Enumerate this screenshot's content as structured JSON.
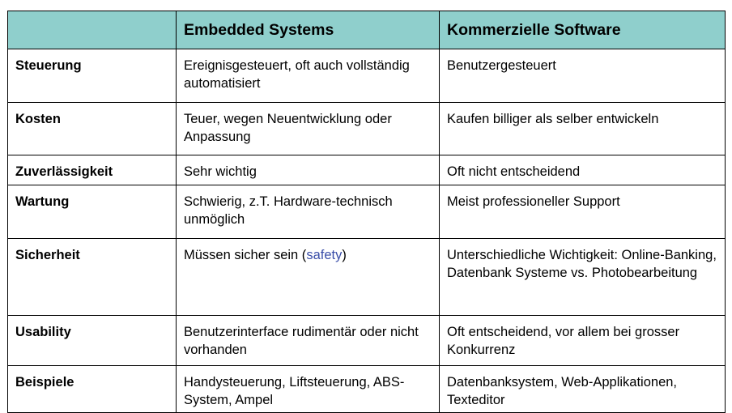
{
  "header": {
    "corner": "",
    "col1": "Embedded Systems",
    "col2": "Kommerzielle Software"
  },
  "rows": [
    {
      "label": "Steuerung",
      "embedded": "Ereignisgesteuert, oft auch vollständig automatisiert",
      "commercial": "Benutzergesteuert"
    },
    {
      "label": "Kosten",
      "embedded": "Teuer, wegen Neuentwicklung oder Anpassung",
      "commercial": "Kaufen billiger als selber entwickeln"
    },
    {
      "label": "Zuverlässigkeit",
      "embedded": "Sehr wichtig",
      "commercial": "Oft nicht entscheidend"
    },
    {
      "label": "Wartung",
      "embedded": "Schwierig, z.T. Hardware-technisch unmöglich",
      "commercial": "Meist professioneller Support"
    },
    {
      "label": "Sicherheit",
      "embedded_pre": "Müssen sicher sein (",
      "embedded_term": "safety",
      "embedded_post": ")",
      "commercial": "Unterschiedliche Wichtigkeit: Online-Banking, Datenbank Systeme vs. Photobearbeitung"
    },
    {
      "label": "Usability",
      "embedded": "Benutzerinterface rudimentär oder nicht vorhanden",
      "commercial": "Oft entscheidend, vor allem bei grosser Konkurrenz"
    },
    {
      "label": "Beispiele",
      "embedded": "Handysteuerung, Liftsteuerung, ABS-System, Ampel",
      "commercial": "Datenbanksystem, Web-Applikationen, Texteditor"
    }
  ],
  "colors": {
    "header_bg": "#8fcfcc",
    "highlight_text": "#3a4ea8",
    "border": "#000000"
  }
}
